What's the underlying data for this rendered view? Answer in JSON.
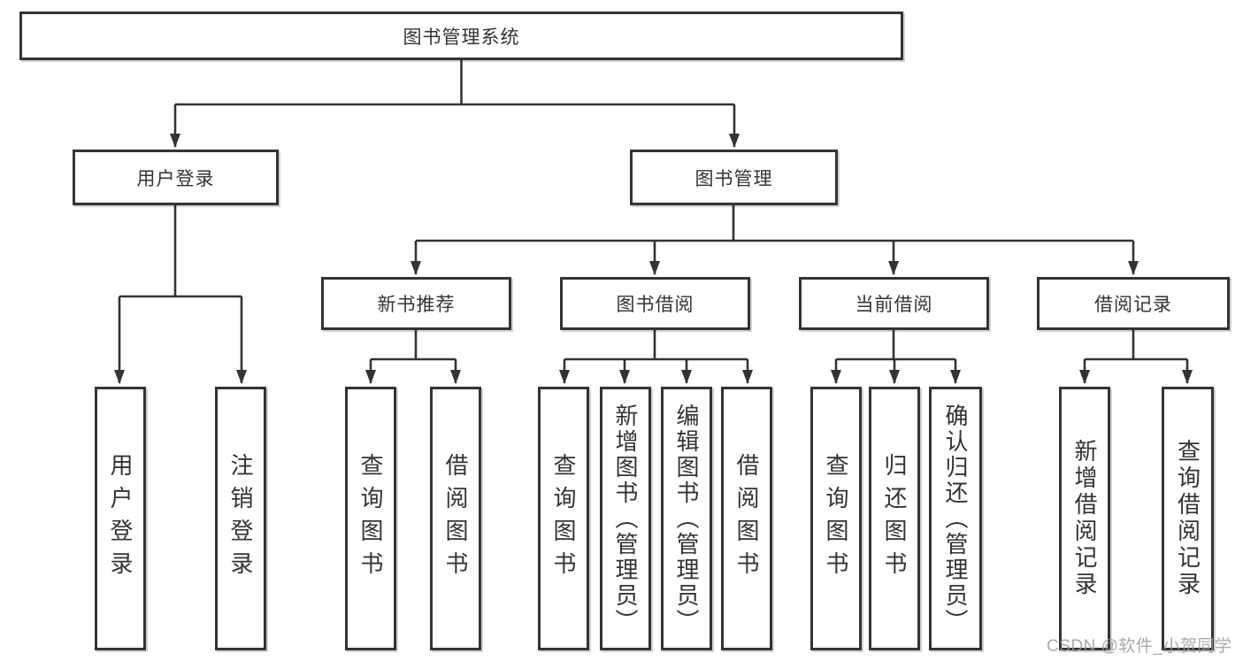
{
  "diagram": {
    "root": {
      "label": "图书管理系统"
    },
    "level2": [
      {
        "label": "用户登录",
        "children": [
          {
            "label": "用户登录"
          },
          {
            "label": "注销登录"
          }
        ]
      },
      {
        "label": "图书管理",
        "children": [
          {
            "label": "新书推荐",
            "children": [
              {
                "label": "查询图书"
              },
              {
                "label": "借阅图书"
              }
            ]
          },
          {
            "label": "图书借阅",
            "children": [
              {
                "label": "查询图书"
              },
              {
                "label": "新增图书（管理员）"
              },
              {
                "label": "编辑图书（管理员）"
              },
              {
                "label": "借阅图书"
              }
            ]
          },
          {
            "label": "当前借阅",
            "children": [
              {
                "label": "查询图书"
              },
              {
                "label": "归还图书"
              },
              {
                "label": "确认归还（管理员）"
              }
            ]
          },
          {
            "label": "借阅记录",
            "children": [
              {
                "label": "新增借阅记录"
              },
              {
                "label": "查询借阅记录"
              }
            ]
          }
        ]
      }
    ]
  },
  "watermark": {
    "text": "CSDN @软件_小贺同学"
  },
  "colors": {
    "line": "#333333",
    "text": "#333333",
    "watermark": "#9b9b9b"
  }
}
